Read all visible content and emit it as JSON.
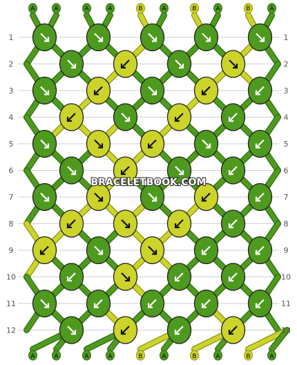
{
  "watermark": "BRACELETBOOK.COM",
  "colors": {
    "A": {
      "fill": "#4e9a1e",
      "edge": "#2f6d0f"
    },
    "B": {
      "fill": "#ccd42a",
      "edge": "#8c9212"
    }
  },
  "strands_top": [
    "A",
    "A",
    "A",
    "A",
    "B",
    "A",
    "B",
    "A",
    "B",
    "A"
  ],
  "strands_bottom": [
    "A",
    "A",
    "A",
    "A",
    "B",
    "A",
    "B",
    "A",
    "B",
    "A"
  ],
  "row_labels": [
    "1",
    "2",
    "3",
    "4",
    "5",
    "6",
    "7",
    "8",
    "9",
    "10",
    "11",
    "12"
  ],
  "knot_rows": [
    [
      {
        "c": "A",
        "d": "SE"
      },
      {
        "c": "A",
        "d": "SE"
      },
      {
        "c": "A",
        "d": "SE"
      },
      {
        "c": "A",
        "d": "SE"
      },
      {
        "c": "A",
        "d": "SE"
      }
    ],
    [
      {
        "c": "A",
        "d": "SE"
      },
      {
        "c": "B",
        "d": "SW"
      },
      {
        "c": "A",
        "d": "SE"
      },
      {
        "c": "B",
        "d": "SE"
      }
    ],
    [
      {
        "c": "A",
        "d": "SE"
      },
      {
        "c": "B",
        "d": "SW"
      },
      {
        "c": "A",
        "d": "SE"
      },
      {
        "c": "B",
        "d": "SW"
      },
      {
        "c": "A",
        "d": "SW"
      }
    ],
    [
      {
        "c": "B",
        "d": "SW"
      },
      {
        "c": "A",
        "d": "SE"
      },
      {
        "c": "B",
        "d": "SW"
      },
      {
        "c": "A",
        "d": "SW"
      }
    ],
    [
      {
        "c": "A",
        "d": "SE"
      },
      {
        "c": "B",
        "d": "SE"
      },
      {
        "c": "B",
        "d": "SW"
      },
      {
        "c": "A",
        "d": "SE"
      },
      {
        "c": "A",
        "d": "SW"
      }
    ],
    [
      {
        "c": "A",
        "d": "SE"
      },
      {
        "c": "B",
        "d": "SW"
      },
      {
        "c": "A",
        "d": "SE"
      },
      {
        "c": "A",
        "d": "SW"
      }
    ],
    [
      {
        "c": "A",
        "d": "SE"
      },
      {
        "c": "B",
        "d": "SE"
      },
      {
        "c": "A",
        "d": "SE"
      },
      {
        "c": "B",
        "d": "SW"
      },
      {
        "c": "A",
        "d": "SW"
      }
    ],
    [
      {
        "c": "B",
        "d": "SW"
      },
      {
        "c": "B",
        "d": "SE"
      },
      {
        "c": "B",
        "d": "SW"
      },
      {
        "c": "A",
        "d": "SW"
      }
    ],
    [
      {
        "c": "B",
        "d": "SW"
      },
      {
        "c": "A",
        "d": "SE"
      },
      {
        "c": "B",
        "d": "SE"
      },
      {
        "c": "A",
        "d": "SW"
      },
      {
        "c": "A",
        "d": "SW"
      }
    ],
    [
      {
        "c": "A",
        "d": "SW"
      },
      {
        "c": "B",
        "d": "SE"
      },
      {
        "c": "A",
        "d": "SW"
      },
      {
        "c": "A",
        "d": "SW"
      }
    ],
    [
      {
        "c": "A",
        "d": "SE"
      },
      {
        "c": "A",
        "d": "SW"
      },
      {
        "c": "A",
        "d": "SW"
      },
      {
        "c": "A",
        "d": "SW"
      },
      {
        "c": "A",
        "d": "SW"
      }
    ],
    [
      {
        "c": "A",
        "d": "SE"
      },
      {
        "c": "B",
        "d": "SW"
      },
      {
        "c": "A",
        "d": "SW"
      },
      {
        "c": "B",
        "d": "SW"
      }
    ]
  ]
}
